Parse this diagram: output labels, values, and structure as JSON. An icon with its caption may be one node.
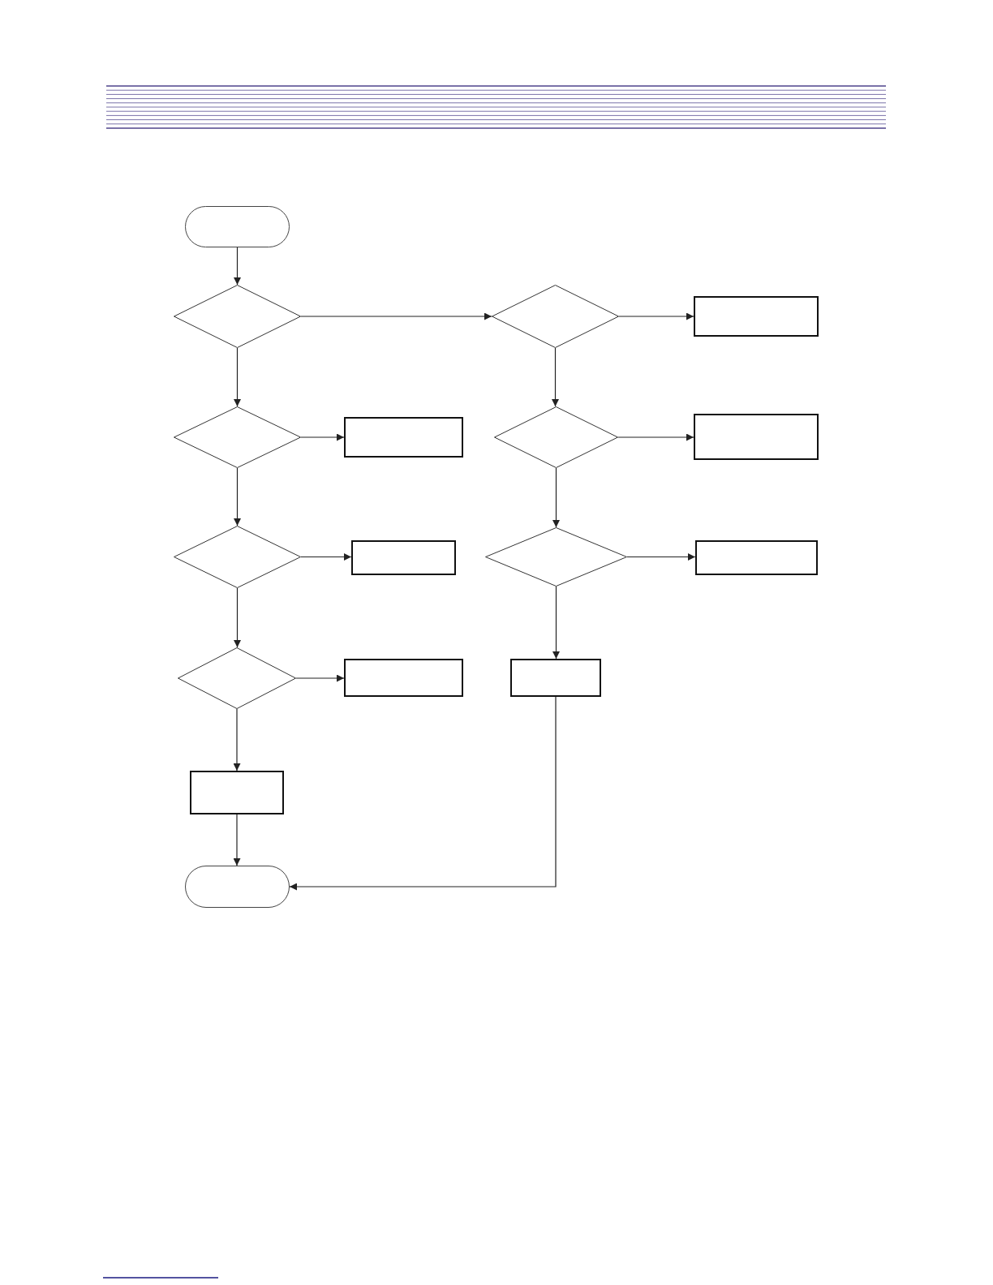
{
  "diagram": {
    "nodes": [
      {
        "text": [],
        "shape": "capsule"
      },
      {
        "text": [],
        "shape": "diamond"
      },
      {
        "text": [],
        "shape": "diamond"
      },
      {
        "text": [],
        "shape": "box"
      },
      {
        "text": [],
        "shape": "diamond"
      },
      {
        "text": [],
        "shape": "box"
      },
      {
        "text": [],
        "shape": "diamond"
      },
      {
        "text": [],
        "shape": "box"
      },
      {
        "text": [],
        "shape": "diamond"
      },
      {
        "text": [],
        "shape": "box"
      },
      {
        "text": [],
        "shape": "diamond"
      },
      {
        "text": [],
        "shape": "box"
      },
      {
        "text": [],
        "shape": "diamond"
      },
      {
        "text": [],
        "shape": "box"
      },
      {
        "text": [],
        "shape": "box"
      },
      {
        "text": [],
        "shape": "box"
      },
      {
        "text": [],
        "shape": "capsule"
      }
    ],
    "edges": [
      {
        "from": 0,
        "to": 1,
        "arrow": "to"
      },
      {
        "from": 1,
        "to": 2,
        "arrow": "to"
      },
      {
        "from": 2,
        "to": 3,
        "arrow": "to"
      },
      {
        "from": 1,
        "to": 4,
        "arrow": "to"
      },
      {
        "from": 4,
        "to": 5,
        "arrow": "to"
      },
      {
        "from": 2,
        "to": 6,
        "arrow": "to"
      },
      {
        "from": 6,
        "to": 7,
        "arrow": "to"
      },
      {
        "from": 4,
        "to": 8,
        "arrow": "to"
      },
      {
        "from": 8,
        "to": 9,
        "arrow": "to"
      },
      {
        "from": 6,
        "to": 10,
        "arrow": "to"
      },
      {
        "from": 10,
        "to": 11,
        "arrow": "to"
      },
      {
        "from": 8,
        "to": 12,
        "arrow": "to"
      },
      {
        "from": 12,
        "to": 13,
        "arrow": "to"
      },
      {
        "from": 10,
        "to": 14,
        "arrow": "to"
      },
      {
        "from": 12,
        "to": 15,
        "arrow": "to"
      },
      {
        "from": 15,
        "to": 16,
        "arrow": "to"
      },
      {
        "from": 14,
        "to": 16,
        "arrow": "to"
      }
    ]
  }
}
